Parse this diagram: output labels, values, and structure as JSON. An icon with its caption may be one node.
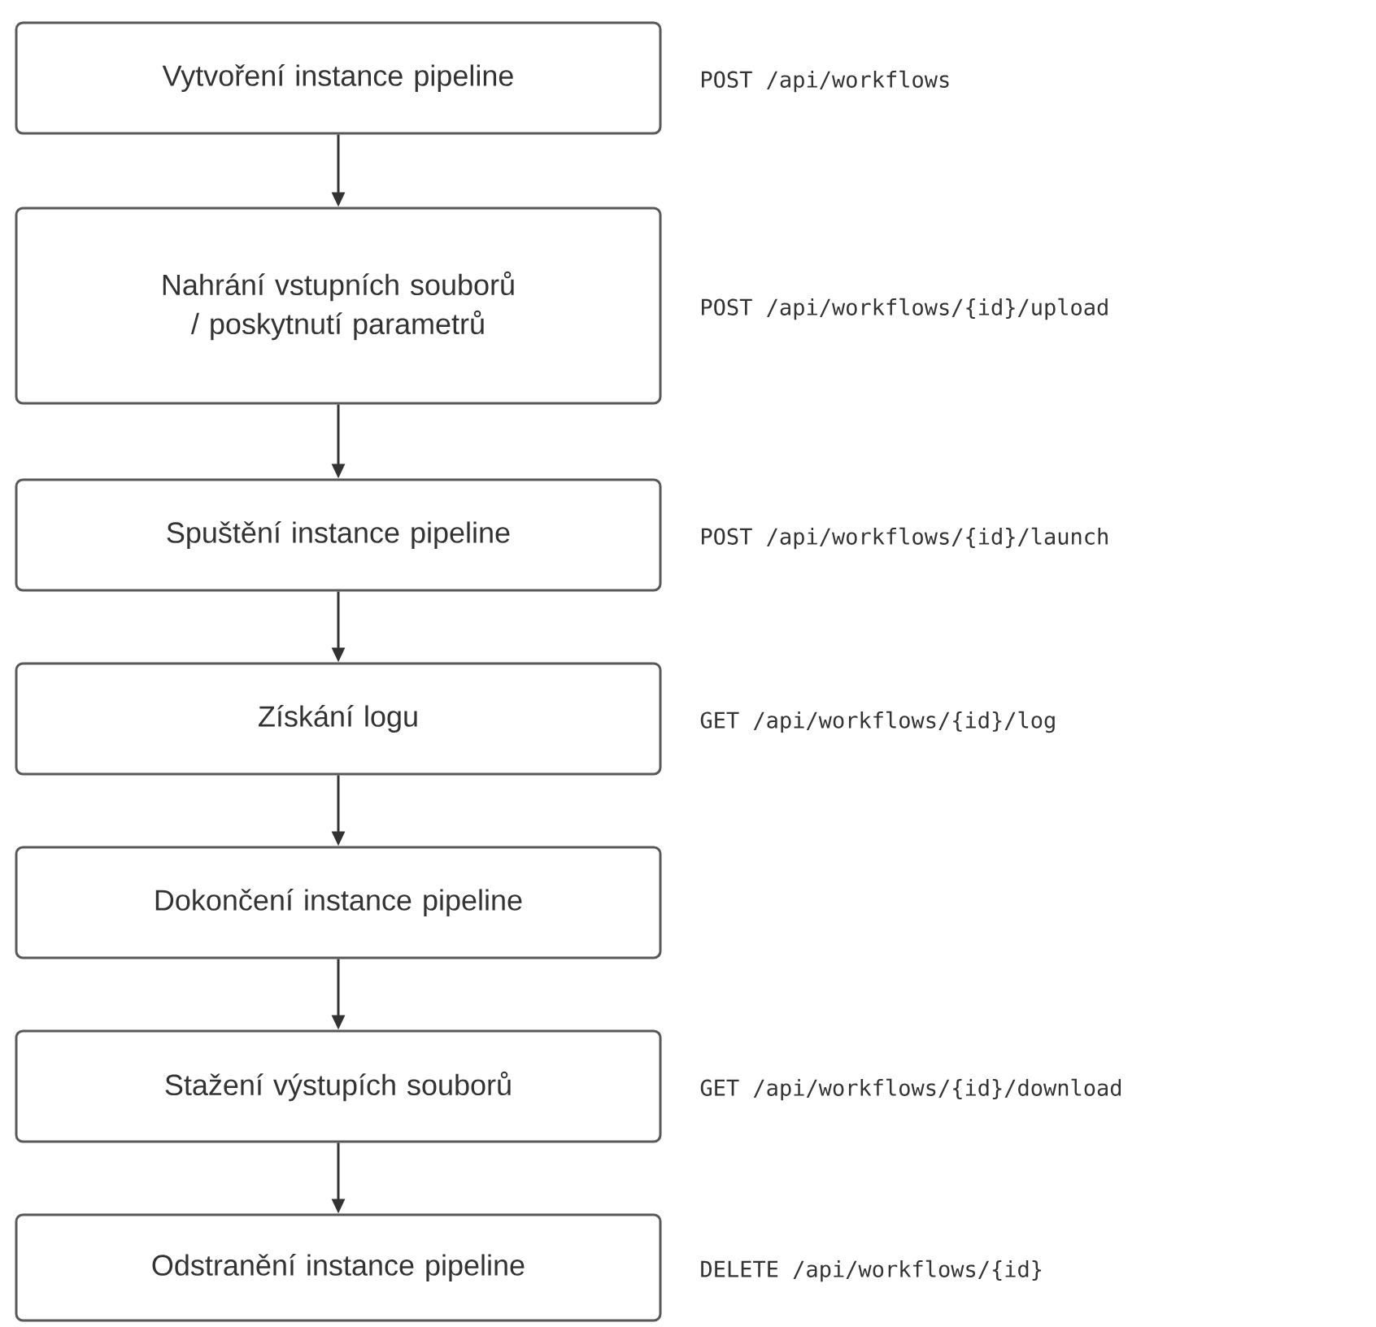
{
  "diagram": {
    "nodes": [
      {
        "text": [
          "Vytvoření instance pipeline"
        ],
        "beside": [
          "POST /api/workflows"
        ]
      },
      {
        "text": [
          "Nahrání vstupních souborů / poskytnutí parametrů"
        ],
        "beside": [
          "POST /api/workflows/{id}/upload"
        ]
      },
      {
        "text": [
          "Spuštění instance pipeline"
        ],
        "beside": [
          "POST /api/workflows/{id}/launch"
        ]
      },
      {
        "text": [
          "Získání logu"
        ],
        "beside": [
          "GET /api/workflows/{id}/log"
        ]
      },
      {
        "text": [
          "Dokončení instance pipeline"
        ]
      },
      {
        "text": [
          "Stažení výstupích souborů"
        ],
        "beside": [
          "GET /api/workflows/{id}/download"
        ]
      },
      {
        "text": [
          "Odstranění instance pipeline"
        ],
        "beside": [
          "DELETE /api/workflows/{id}"
        ]
      }
    ],
    "edges": [
      {
        "from": 0,
        "to": 1,
        "arrow": "to"
      },
      {
        "from": 1,
        "to": 2,
        "arrow": "to"
      },
      {
        "from": 2,
        "to": 3,
        "arrow": "to"
      },
      {
        "from": 3,
        "to": 4,
        "arrow": "to"
      },
      {
        "from": 4,
        "to": 5,
        "arrow": "to"
      },
      {
        "from": 5,
        "to": 6,
        "arrow": "to"
      }
    ]
  }
}
